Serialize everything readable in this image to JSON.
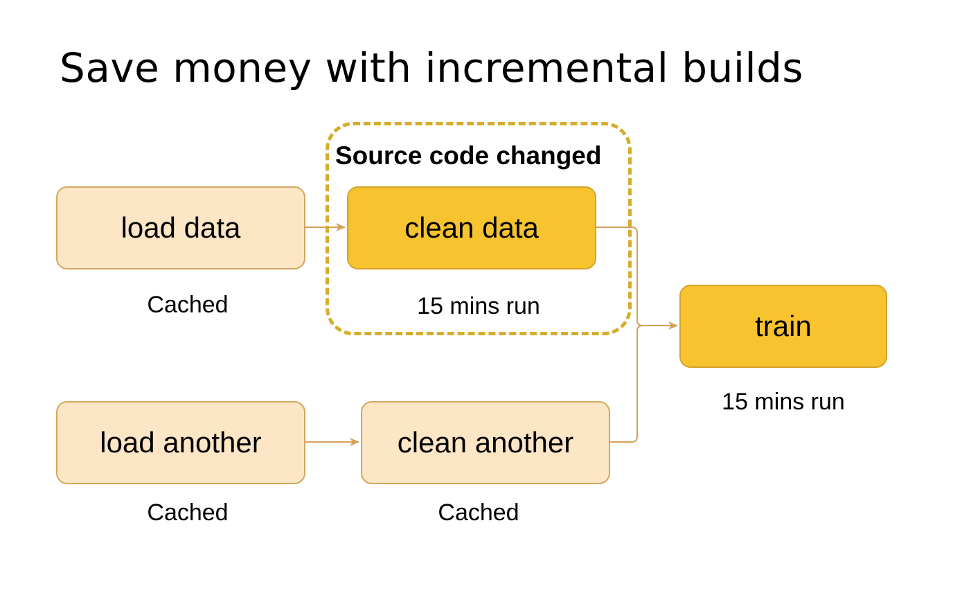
{
  "slide": {
    "title": "Save money with incremental builds"
  },
  "group": {
    "label": "Source code changed",
    "border_color": "#d6ac2c"
  },
  "nodes": {
    "load_data": {
      "label": "load data",
      "status": "Cached"
    },
    "clean_data": {
      "label": "clean data",
      "status": "15 mins run"
    },
    "train": {
      "label": "train",
      "status": "15 mins run"
    },
    "load_another": {
      "label": "load another",
      "status": "Cached"
    },
    "clean_another": {
      "label": "clean another",
      "status": "Cached"
    }
  },
  "colors": {
    "cached_fill": "#fce6c5",
    "cached_border": "#d4a65e",
    "active_fill": "#f7c32e",
    "active_border": "#d4a22a",
    "edge": "#d4a05a"
  },
  "edges": [
    {
      "from": "load data",
      "to": "clean data"
    },
    {
      "from": "load another",
      "to": "clean another"
    },
    {
      "from": "clean data",
      "to": "train"
    },
    {
      "from": "clean another",
      "to": "train"
    }
  ]
}
